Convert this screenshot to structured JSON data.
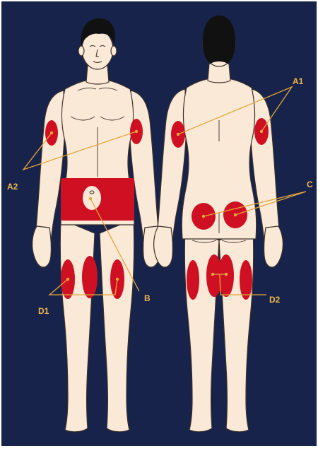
{
  "colors": {
    "background": "#17234a",
    "skin": "#f9e9d6",
    "outline": "#3b2f2a",
    "zone": "#cf0f22",
    "leader": "#e5a63b",
    "label": "#f0b94a",
    "hair": "#111111"
  },
  "labels": {
    "a1": "A1",
    "a2": "A2",
    "b": "B",
    "c": "C",
    "d1": "D1",
    "d2": "D2"
  }
}
